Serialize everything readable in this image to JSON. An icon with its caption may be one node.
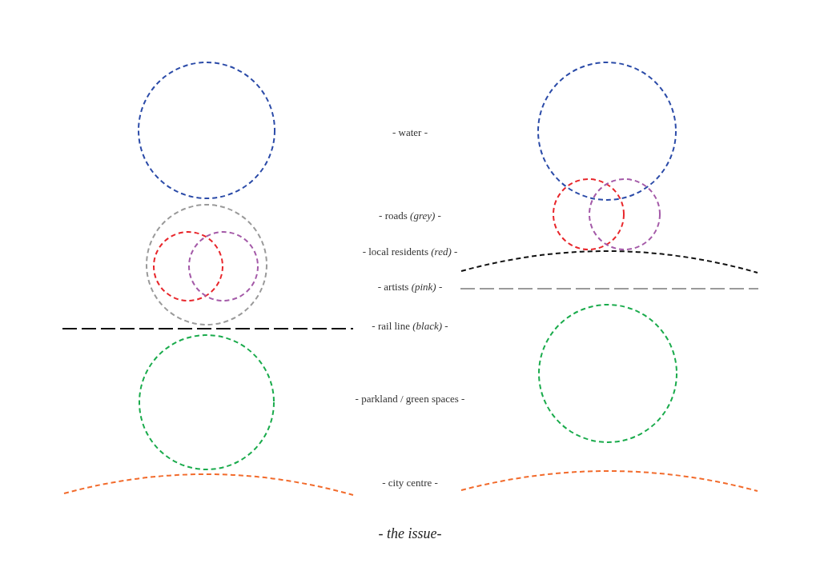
{
  "diagram": {
    "caption": "- the issue-",
    "labels": [
      "- water -",
      "- roads *(grey)* -",
      "- local residents *(red)* -",
      "- artists *(pink)* -",
      "- rail line *(black)* -",
      "- parkland / green spaces -",
      "- city centre -"
    ]
  }
}
